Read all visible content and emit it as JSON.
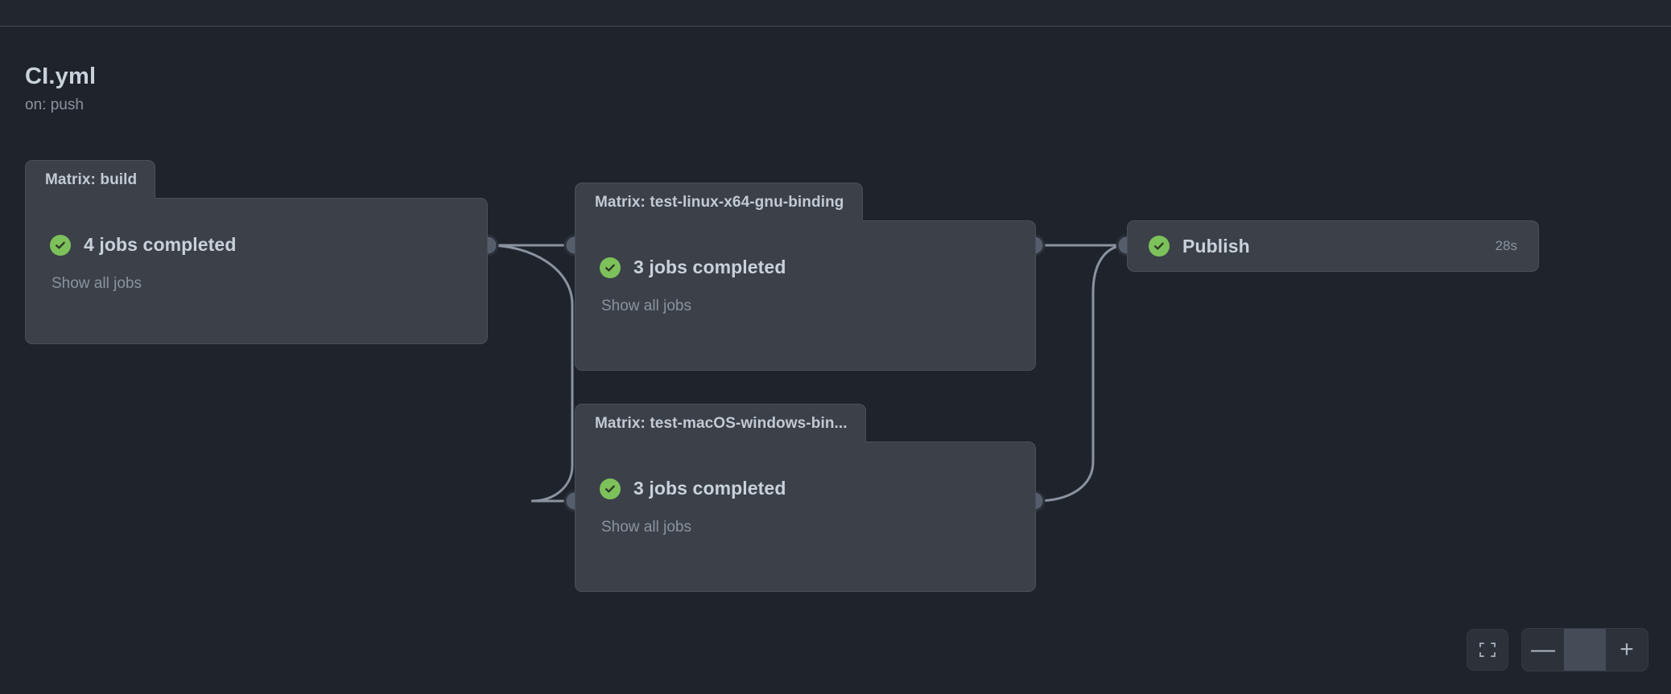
{
  "workflow": {
    "title": "CI.yml",
    "trigger": "on: push"
  },
  "nodes": [
    {
      "id": "build",
      "header": "Matrix: build",
      "status_icon": "check-circle-icon",
      "status_text": "4 jobs completed",
      "expand_link": "Show all jobs",
      "duration": ""
    },
    {
      "id": "test-linux",
      "header": "Matrix: test-linux-x64-gnu-binding",
      "status_icon": "check-circle-icon",
      "status_text": "3 jobs completed",
      "expand_link": "Show all jobs",
      "duration": ""
    },
    {
      "id": "test-macos-windows",
      "header": "Matrix: test-macOS-windows-bin...",
      "status_icon": "check-circle-icon",
      "status_text": "3 jobs completed",
      "expand_link": "Show all jobs",
      "duration": ""
    },
    {
      "id": "publish",
      "header": "",
      "status_icon": "check-circle-icon",
      "status_text": "Publish",
      "expand_link": "",
      "duration": "28s"
    }
  ],
  "controls": {
    "fit_label": "fit-to-screen-icon",
    "zoom_out_label": "—",
    "zoom_in_label": "+"
  },
  "colors": {
    "canvas_bg": "#1f232b",
    "node_bg": "#3b4049",
    "node_border": "#4a505b",
    "success_green": "#7dc15b",
    "text_primary": "#c9d1da",
    "text_muted": "#8b939f",
    "edge_stroke": "#8b939f",
    "port_fill": "#575e6b"
  }
}
